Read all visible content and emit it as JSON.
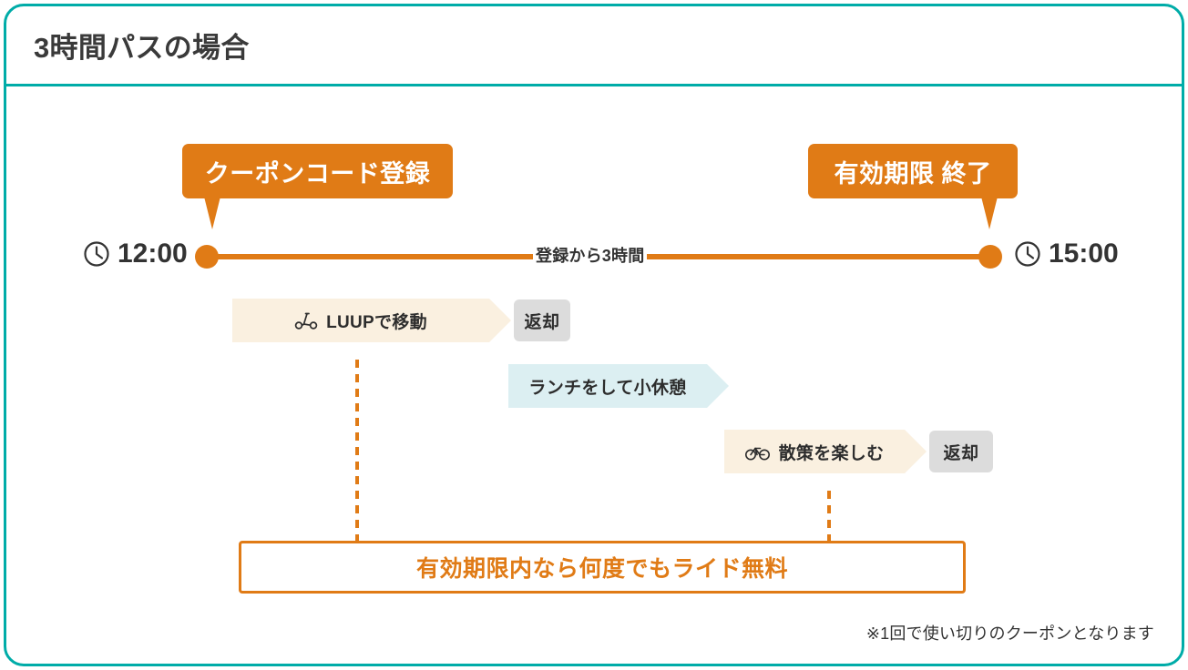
{
  "card": {
    "title": "3時間パスの場合",
    "border_color": "#00ACA8"
  },
  "timeline": {
    "start": {
      "time": "12:00",
      "callout": "クーポンコード登録",
      "clock_icon": "clock-icon"
    },
    "end": {
      "time": "15:00",
      "callout": "有効期限 終了",
      "clock_icon": "clock-icon"
    },
    "duration_label": "登録から3時間",
    "accent_color": "#E07B16"
  },
  "activities": [
    {
      "label": "LUUPで移動",
      "icon": "scooter-icon",
      "color": "#FAF0E0",
      "return_label": "返却"
    },
    {
      "label": "ランチをして小休憩",
      "icon": "",
      "color": "#DCEFF2",
      "return_label": ""
    },
    {
      "label": "散策を楽しむ",
      "icon": "bicycle-icon",
      "color": "#FAF0E0",
      "return_label": "返却"
    }
  ],
  "highlight": {
    "text": "有効期限内なら何度でもライド無料",
    "color": "#E07B16"
  },
  "footnote": "※1回で使い切りのクーポンとなります"
}
